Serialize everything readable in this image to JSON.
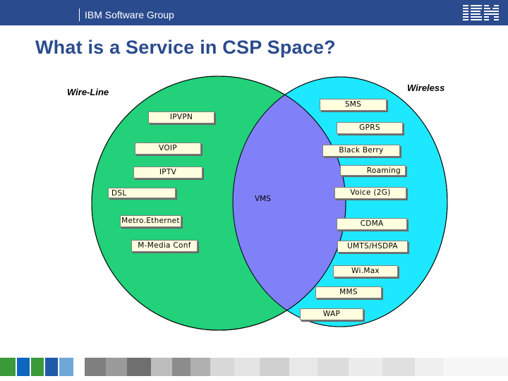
{
  "header": {
    "group_name": "IBM Software Group",
    "logo_text": "IBM"
  },
  "title": "What is a Service in CSP Space?",
  "diagram": {
    "left_set": {
      "label": "Wire-Line",
      "color": "#22d17a"
    },
    "right_set": {
      "label": "Wireless",
      "color": "#1ee8ff"
    },
    "overlap_color": "#8080f8",
    "wireline_items": [
      "IPVPN",
      "VOIP",
      "IPTV",
      "DSL",
      "Metro.Ethernet",
      "M-Media Conf"
    ],
    "wireless_items": [
      "SMS",
      "GPRS",
      "Black Berry",
      "Roaming",
      "Voice (2G)",
      "CDMA",
      "UMTS/HSDPA",
      "Wi.Max",
      "MMS",
      "WAP"
    ],
    "shared_items": [
      "VMS"
    ]
  },
  "colors": {
    "brand": "#2a4b8d",
    "tag_fill": "#ffffe0"
  }
}
